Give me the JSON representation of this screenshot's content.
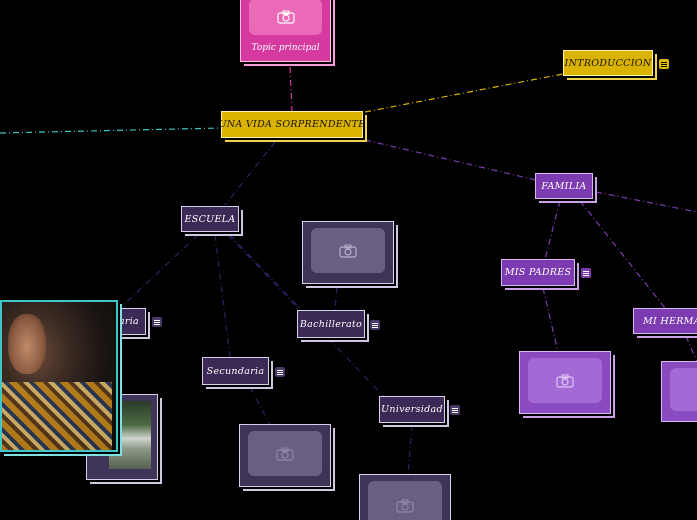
{
  "nodes": {
    "topic_principal": "Topic principal",
    "introduccion": "INTRODUCCION",
    "una_vida": "UNA VIDA SORPRENDENTE",
    "familia": "FAMILIA",
    "escuela": "ESCUELA",
    "mis_padres": "MIS PADRES",
    "mi_hermano": "MI HERMANO",
    "primaria": "Primaria",
    "bachillerato": "Bachillerato",
    "secundaria": "Secundaria",
    "universidad": "Universidad"
  },
  "icons": {
    "image_placeholder": "camera-icon",
    "note": "note-icon"
  },
  "colors": {
    "background": "#000000",
    "yellow": "#d9b300",
    "purple": "#7c3bb0",
    "dark_purple": "#3a2a55",
    "pink": "#d63aa0",
    "teal_link": "#3fc6c6"
  }
}
